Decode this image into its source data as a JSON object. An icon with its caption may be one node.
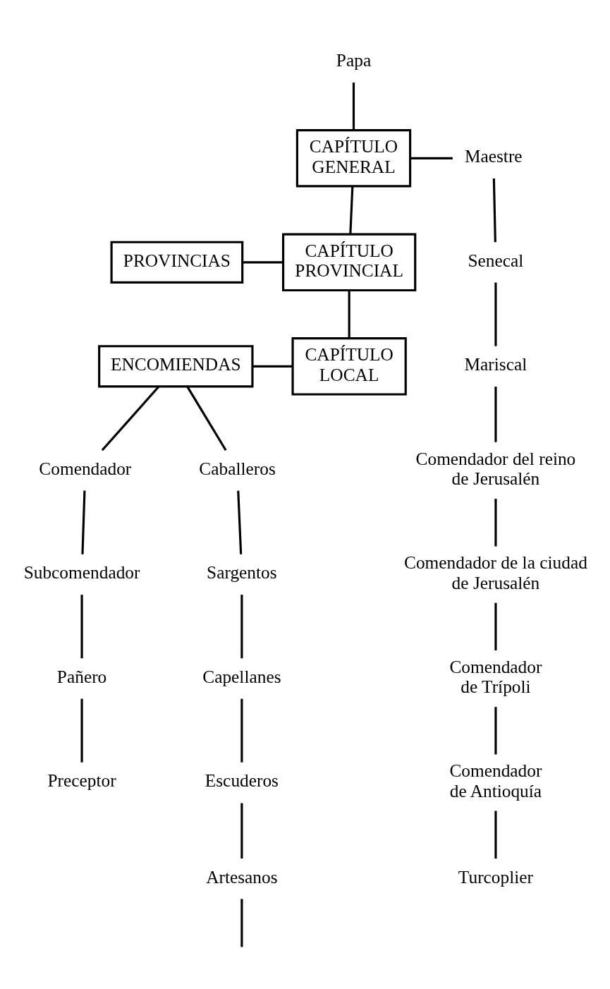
{
  "diagram": {
    "nodes": [
      {
        "text": [
          "Papa"
        ]
      },
      {
        "text": [
          "CAPÍTULO GENERAL"
        ]
      },
      {
        "text": [
          "Maestre"
        ]
      },
      {
        "text": [
          "PROVINCIAS"
        ]
      },
      {
        "text": [
          "CAPÍTULO PROVINCIAL"
        ]
      },
      {
        "text": [
          "Senecal"
        ]
      },
      {
        "text": [
          "ENCOMIENDAS"
        ]
      },
      {
        "text": [
          "CAPÍTULO LOCAL"
        ]
      },
      {
        "text": [
          "Mariscal"
        ]
      },
      {
        "text": [
          "Comendador"
        ]
      },
      {
        "text": [
          "Caballeros"
        ]
      },
      {
        "text": [
          "Comendador del reino de Jerusalén"
        ]
      },
      {
        "text": [
          "Subcomendador"
        ]
      },
      {
        "text": [
          "Sargentos"
        ]
      },
      {
        "text": [
          "Comendador de la ciudad de Jerusalén"
        ]
      },
      {
        "text": [
          "Pañero"
        ]
      },
      {
        "text": [
          "Capellanes"
        ]
      },
      {
        "text": [
          "Comendador de Trípoli"
        ]
      },
      {
        "text": [
          "Preceptor"
        ]
      },
      {
        "text": [
          "Escuderos"
        ]
      },
      {
        "text": [
          "Comendador de Antioquía"
        ]
      },
      {
        "text": [
          "Artesanos"
        ]
      },
      {
        "text": [
          "Turcoplier"
        ]
      }
    ],
    "edges": [
      {
        "from": 0,
        "to": 1,
        "arrow": "none"
      },
      {
        "from": 1,
        "to": 2,
        "arrow": "none"
      },
      {
        "from": 1,
        "to": 4,
        "arrow": "none"
      },
      {
        "from": 3,
        "to": 4,
        "arrow": "none"
      },
      {
        "from": 4,
        "to": 7,
        "arrow": "none"
      },
      {
        "from": 6,
        "to": 7,
        "arrow": "none"
      },
      {
        "from": 6,
        "to": 9,
        "arrow": "none"
      },
      {
        "from": 6,
        "to": 10,
        "arrow": "none"
      },
      {
        "from": 2,
        "to": 5,
        "arrow": "none"
      },
      {
        "from": 5,
        "to": 8,
        "arrow": "none"
      },
      {
        "from": 8,
        "to": 11,
        "arrow": "none"
      },
      {
        "from": 11,
        "to": 14,
        "arrow": "none"
      },
      {
        "from": 14,
        "to": 17,
        "arrow": "none"
      },
      {
        "from": 17,
        "to": 20,
        "arrow": "none"
      },
      {
        "from": 20,
        "to": 22,
        "arrow": "none"
      },
      {
        "from": 9,
        "to": 12,
        "arrow": "none"
      },
      {
        "from": 12,
        "to": 15,
        "arrow": "none"
      },
      {
        "from": 15,
        "to": 18,
        "arrow": "none"
      },
      {
        "from": 10,
        "to": 13,
        "arrow": "none"
      },
      {
        "from": 13,
        "to": 16,
        "arrow": "none"
      },
      {
        "from": 16,
        "to": 19,
        "arrow": "none"
      },
      {
        "from": 19,
        "to": 21,
        "arrow": "none"
      },
      {
        "from": 21,
        "to": null,
        "arrow": "none"
      }
    ]
  }
}
